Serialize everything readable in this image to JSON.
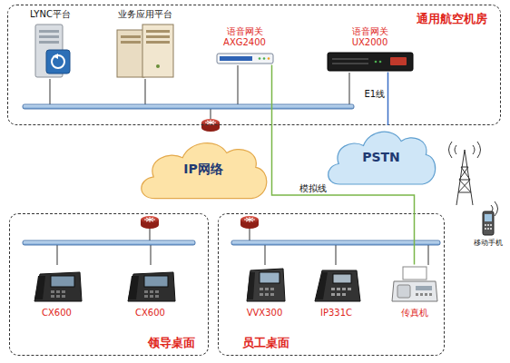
{
  "diagram": {
    "nodes": [
      {
        "text": [
          "通用航空机房"
        ]
      },
      {
        "text": [
          "LYNC平台"
        ],
        "in": 0
      },
      {
        "text": [
          "业务应用平台"
        ],
        "in": 0
      },
      {
        "text": [
          "语音网关 AXG2400"
        ],
        "in": 0
      },
      {
        "text": [
          "语音网关 UX2000"
        ],
        "in": 0
      },
      {
        "text": [
          "IP网络"
        ]
      },
      {
        "text": [
          "PSTN"
        ]
      },
      {
        "text": [
          "移动手机"
        ]
      },
      {
        "text": [
          "领导桌面"
        ]
      },
      {
        "text": [
          "CX600"
        ],
        "in": 8
      },
      {
        "text": [
          "CX600"
        ],
        "in": 8
      },
      {
        "text": [
          "员工桌面"
        ]
      },
      {
        "text": [
          "VVX300"
        ],
        "in": 11
      },
      {
        "text": [
          "IP331C"
        ],
        "in": 11
      },
      {
        "text": [
          "传真机"
        ],
        "in": 11
      }
    ],
    "edges": [
      {
        "from": 4,
        "to": 6,
        "label": "E1线",
        "arrow": "none"
      },
      {
        "from": 3,
        "to": 14,
        "label": "模拟线",
        "arrow": "none"
      }
    ]
  }
}
